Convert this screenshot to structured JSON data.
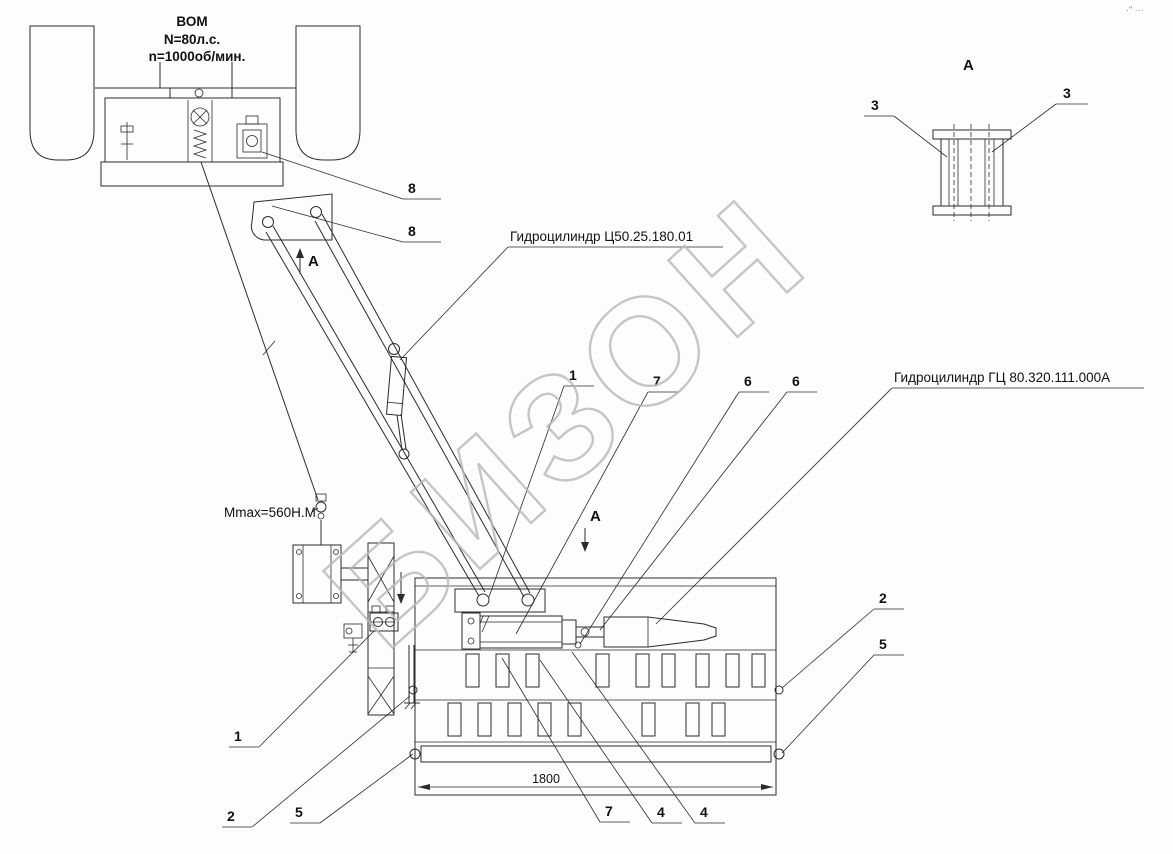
{
  "title_block": {
    "pto_line1": "ВОМ",
    "pto_line2": "N=80л.с.",
    "pto_line3": "n=1000об/мин."
  },
  "labels": {
    "torque": "Mmax=560Н.М",
    "hydraulic_cylinder_upper": "Гидроцилиндр Ц50.25.180.01",
    "hydraulic_cylinder_lower": "Гидроцилиндр ГЦ 80.320.111.000А",
    "dimension_width": "1800",
    "detail_view_title": "А",
    "section_mark_upper": "А",
    "section_mark_lower": "А",
    "corner_marks": "·ʺ ···"
  },
  "callouts": {
    "item8_upper": "8",
    "item8_lower": "8",
    "item1_upper": "1",
    "item7_upper": "7",
    "item6_left": "6",
    "item6_right": "6",
    "item2_right": "2",
    "item5_right": "5",
    "item1_lower": "1",
    "item2_lower": "2",
    "item5_lower": "5",
    "item7_lower": "7",
    "item4_left": "4",
    "item4_right": "4",
    "item3_left": "3",
    "item3_right": "3"
  },
  "watermark": {
    "text": "БИЗОН",
    "color": "#b8b8b8"
  },
  "colors": {
    "line": "#2b2b2b",
    "background": "#fdfdfd"
  }
}
